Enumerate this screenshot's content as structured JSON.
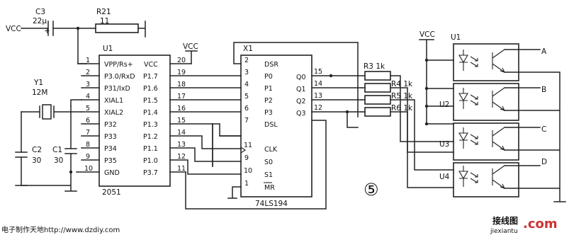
{
  "labels": {
    "vcc_left": "VCC",
    "c3_name": "C3",
    "c3_value": "22μ",
    "c3_plus": "+",
    "r21_name": "R21",
    "r21_value": "11",
    "u1_name": "U1",
    "u1_part": "2051",
    "vcc_u1": "VCC",
    "y1_name": "Y1",
    "y1_value": "12M",
    "c2_name": "C2",
    "c2_value": "30",
    "c1_name": "C1",
    "c1_value": "30",
    "x1_name": "X1",
    "x1_part": "74LS194",
    "r3": "R3 1k",
    "r4": "R4 1k",
    "r5": "R5 1k",
    "r6": "R6 1k",
    "vcc_right": "VCC",
    "opto_u1": "U1",
    "opto_u2": "U2",
    "opto_u3": "U3",
    "opto_u4": "U4",
    "out_a": "A",
    "out_b": "B",
    "out_c": "C",
    "out_d": "D",
    "circle_num": "⑤",
    "watermark_left": "电子制作天地http://www.dzdiy.com",
    "watermark_right_cn": "接线图",
    "watermark_right_com": ".com",
    "watermark_right_url": "jiexiantu"
  },
  "u1_left_pins": [
    {
      "num": "1",
      "name": "VPP/Rs+"
    },
    {
      "num": "2",
      "name": "P3.0/RxD"
    },
    {
      "num": "3",
      "name": "P31/IxD"
    },
    {
      "num": "4",
      "name": "XIAL1"
    },
    {
      "num": "5",
      "name": "XIAL2"
    },
    {
      "num": "6",
      "name": "P32"
    },
    {
      "num": "7",
      "name": "P33"
    },
    {
      "num": "8",
      "name": "P34"
    },
    {
      "num": "9",
      "name": "P35"
    },
    {
      "num": "10",
      "name": "GND"
    }
  ],
  "u1_right_pins": [
    {
      "num": "20",
      "name": "VCC"
    },
    {
      "num": "19",
      "name": "P1.7"
    },
    {
      "num": "18",
      "name": "P1.6"
    },
    {
      "num": "17",
      "name": "P1.5"
    },
    {
      "num": "16",
      "name": "P1.4"
    },
    {
      "num": "15",
      "name": "P1.3"
    },
    {
      "num": "14",
      "name": "P1.2"
    },
    {
      "num": "13",
      "name": "P1.1"
    },
    {
      "num": "12",
      "name": "P1.0"
    },
    {
      "num": "11",
      "name": "P3.7"
    }
  ],
  "x1_left_pins": [
    {
      "num": "2",
      "name": "DSR"
    },
    {
      "num": "3",
      "name": "P0"
    },
    {
      "num": "4",
      "name": "P1"
    },
    {
      "num": "5",
      "name": "P2"
    },
    {
      "num": "6",
      "name": "P3"
    },
    {
      "num": "7",
      "name": "DSL"
    },
    {
      "num": "11",
      "name": "CLK"
    },
    {
      "num": "9",
      "name": "S0"
    },
    {
      "num": "10",
      "name": "S1"
    },
    {
      "num": "1",
      "name": "MR"
    }
  ],
  "x1_right_pins": [
    {
      "num": "15",
      "name": "Q0"
    },
    {
      "num": "14",
      "name": "Q1"
    },
    {
      "num": "13",
      "name": "Q2"
    },
    {
      "num": "12",
      "name": "Q3"
    }
  ]
}
